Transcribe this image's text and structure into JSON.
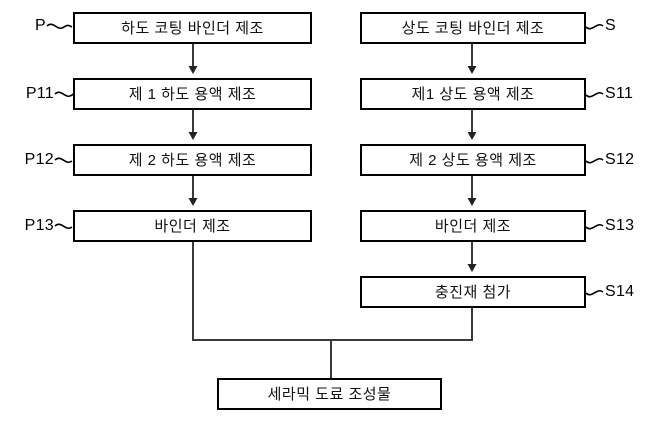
{
  "diagram": {
    "title": "Ceramic coating composition manufacturing flowchart",
    "background_color": "#ffffff",
    "line_color": "#3a3a3a",
    "box_border_color": "#000000",
    "text_color": "#111111"
  },
  "columns": {
    "left": {
      "name": "primer-coating-branch",
      "nodes": [
        {
          "ref": "P",
          "label": "하도 코팅 바인더 제조"
        },
        {
          "ref": "P11",
          "label": "제 1 하도 용액 제조"
        },
        {
          "ref": "P12",
          "label": "제 2 하도 용액 제조"
        },
        {
          "ref": "P13",
          "label": "바인더 제조"
        }
      ]
    },
    "right": {
      "name": "topcoat-coating-branch",
      "nodes": [
        {
          "ref": "S",
          "label": "상도 코팅 바인더 제조"
        },
        {
          "ref": "S11",
          "label": "제1 상도 용액 제조"
        },
        {
          "ref": "S12",
          "label": "제 2 상도 용액 제조"
        },
        {
          "ref": "S13",
          "label": "바인더 제조"
        },
        {
          "ref": "S14",
          "label": "충진재 첨가"
        }
      ]
    }
  },
  "result": {
    "name": "ceramic-coating-composition",
    "label": "세라믹 도료 조성물"
  }
}
